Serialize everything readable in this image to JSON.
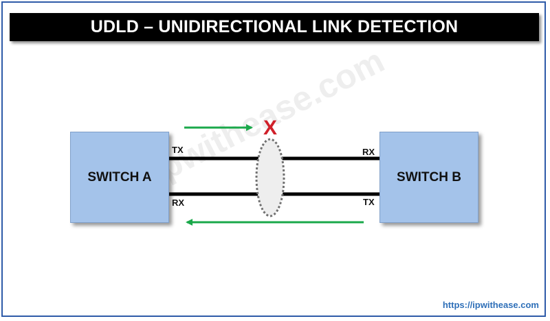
{
  "title": "UDLD – UNIDIRECTIONAL LINK DETECTION",
  "switch_a": {
    "label": "SWITCH A",
    "top_port": "TX",
    "bottom_port": "RX"
  },
  "switch_b": {
    "label": "SWITCH B",
    "top_port": "RX",
    "bottom_port": "TX"
  },
  "failure_mark": "X",
  "watermark": "ipwithease.com",
  "footer_url": "https://ipwithease.com",
  "colors": {
    "frame_border": "#2d5aa8",
    "switch_fill": "#a4c3ea",
    "arrow": "#1aa84a",
    "failure_mark": "#d0202a",
    "url": "#2e6fb8"
  }
}
